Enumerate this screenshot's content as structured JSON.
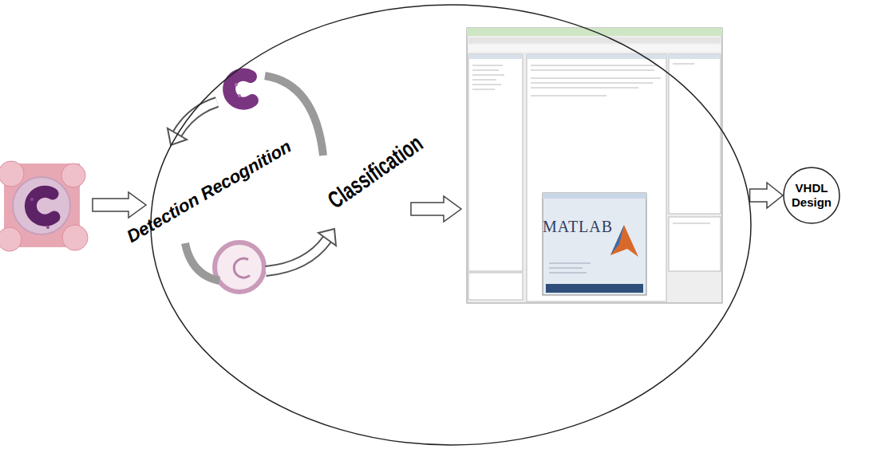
{
  "diagram": {
    "nodes": [
      {
        "text": [
          "Detection Recognition",
          "Classification"
        ]
      },
      {
        "text": [
          "VHDL Design"
        ]
      }
    ],
    "edges": [
      {
        "from": 0,
        "to": 1,
        "arrow": "to"
      }
    ],
    "labels": [
      "MATLAB"
    ]
  }
}
